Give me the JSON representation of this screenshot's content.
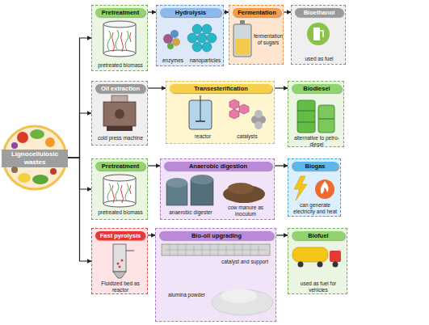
{
  "diagram": {
    "nodes": [
      {
        "text": [
          "Lignocellulosic wastes"
        ]
      },
      {
        "text": [
          "Pretreatment",
          "pretreated biomass"
        ]
      },
      {
        "text": [
          "Hydrolysis",
          "enzymes",
          "nanoparticles"
        ]
      },
      {
        "text": [
          "Fermentation",
          "fermentation of sugars"
        ]
      },
      {
        "text": [
          "Bioethanol",
          "used as fuel"
        ]
      },
      {
        "text": [
          "Oil extraction",
          "cold press machine"
        ]
      },
      {
        "text": [
          "Transesterification",
          "reactor",
          "catalysts"
        ]
      },
      {
        "text": [
          "Biodiesel",
          "alternative to petro-diesel"
        ]
      },
      {
        "text": [
          "Pretreatment",
          "pretreated biomass"
        ]
      },
      {
        "text": [
          "Anaerobic digestion",
          "anaerobic digester",
          "cow manure as inoculum"
        ]
      },
      {
        "text": [
          "Biogas",
          "can generate electricity and heat"
        ]
      },
      {
        "text": [
          "Fast pyrolysis",
          "Fluidized bed as reactor"
        ]
      },
      {
        "text": [
          "Bio-oil upgrading",
          "catalyst and support",
          "alumina powder"
        ]
      },
      {
        "text": [
          "Biofuel",
          "used as fuel for vehicles"
        ]
      }
    ],
    "edges": [
      {
        "from": 0,
        "to": 1,
        "arrow": "to"
      },
      {
        "from": 1,
        "to": 2,
        "arrow": "to"
      },
      {
        "from": 2,
        "to": 3,
        "arrow": "to"
      },
      {
        "from": 3,
        "to": 4,
        "arrow": "to"
      },
      {
        "from": 0,
        "to": 5,
        "arrow": "to"
      },
      {
        "from": 5,
        "to": 6,
        "arrow": "to"
      },
      {
        "from": 6,
        "to": 7,
        "arrow": "to"
      },
      {
        "from": 0,
        "to": 8,
        "arrow": "to"
      },
      {
        "from": 8,
        "to": 9,
        "arrow": "to"
      },
      {
        "from": 9,
        "to": 10,
        "arrow": "to"
      },
      {
        "from": 0,
        "to": 11,
        "arrow": "to"
      },
      {
        "from": 11,
        "to": 12,
        "arrow": "to"
      },
      {
        "from": 12,
        "to": 13,
        "arrow": "to"
      }
    ]
  }
}
